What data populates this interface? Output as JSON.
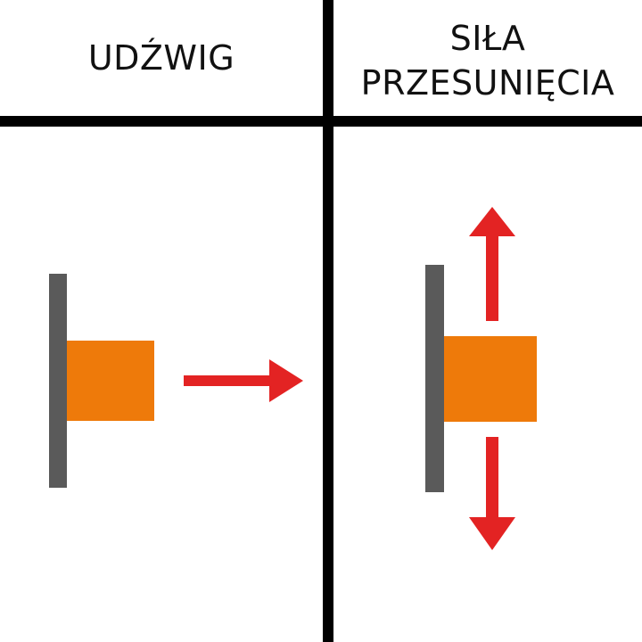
{
  "headings": {
    "left": "UDŹWIG",
    "right": "SIŁA\nPRZESUNIĘCIA"
  },
  "colors": {
    "wall": "#5a5a5a",
    "block": "#ee7a0a",
    "arrow": "#e32323",
    "divider": "#000000",
    "background": "#ffffff"
  },
  "panels": [
    {
      "heading_key": "left",
      "arrow_directions": [
        "right"
      ]
    },
    {
      "heading_key": "right",
      "arrow_directions": [
        "up",
        "down"
      ]
    }
  ]
}
